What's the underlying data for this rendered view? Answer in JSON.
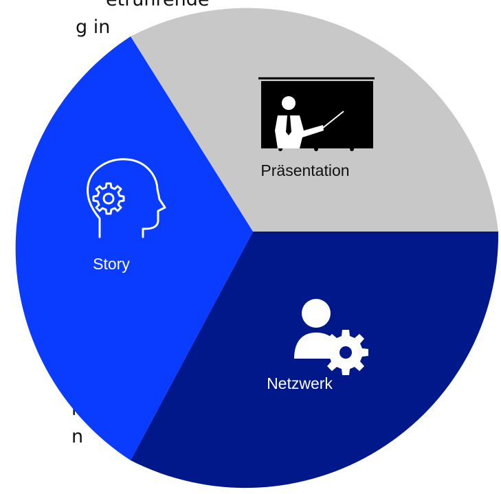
{
  "background_text": {
    "top_lines": [
      "etrührende",
      "g in"
    ],
    "bottom_lines": [
      "r,",
      "n"
    ]
  },
  "segments": [
    {
      "key": "praesentation",
      "label": "Präsentation",
      "color": "#c8c8c8",
      "label_color": "#111111",
      "icon": "presentation-board-icon"
    },
    {
      "key": "netzwerk",
      "label": "Netzwerk",
      "color": "#00188a",
      "label_color": "#ffffff",
      "icon": "user-gear-icon"
    },
    {
      "key": "story",
      "label": "Story",
      "color": "#0a3cff",
      "label_color": "#ffffff",
      "icon": "head-gear-icon"
    }
  ]
}
